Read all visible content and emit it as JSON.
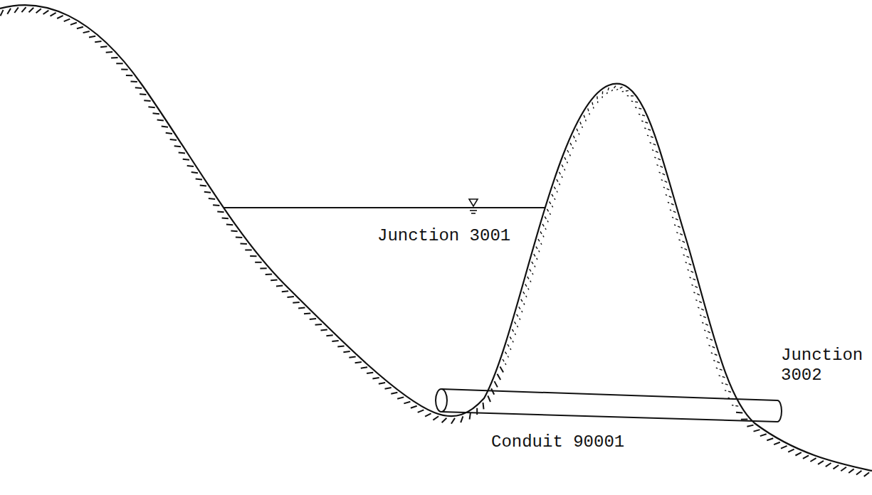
{
  "diagram": {
    "labels": [
      "Junction 3001",
      "Junction 3002",
      "Conduit 90001"
    ]
  }
}
